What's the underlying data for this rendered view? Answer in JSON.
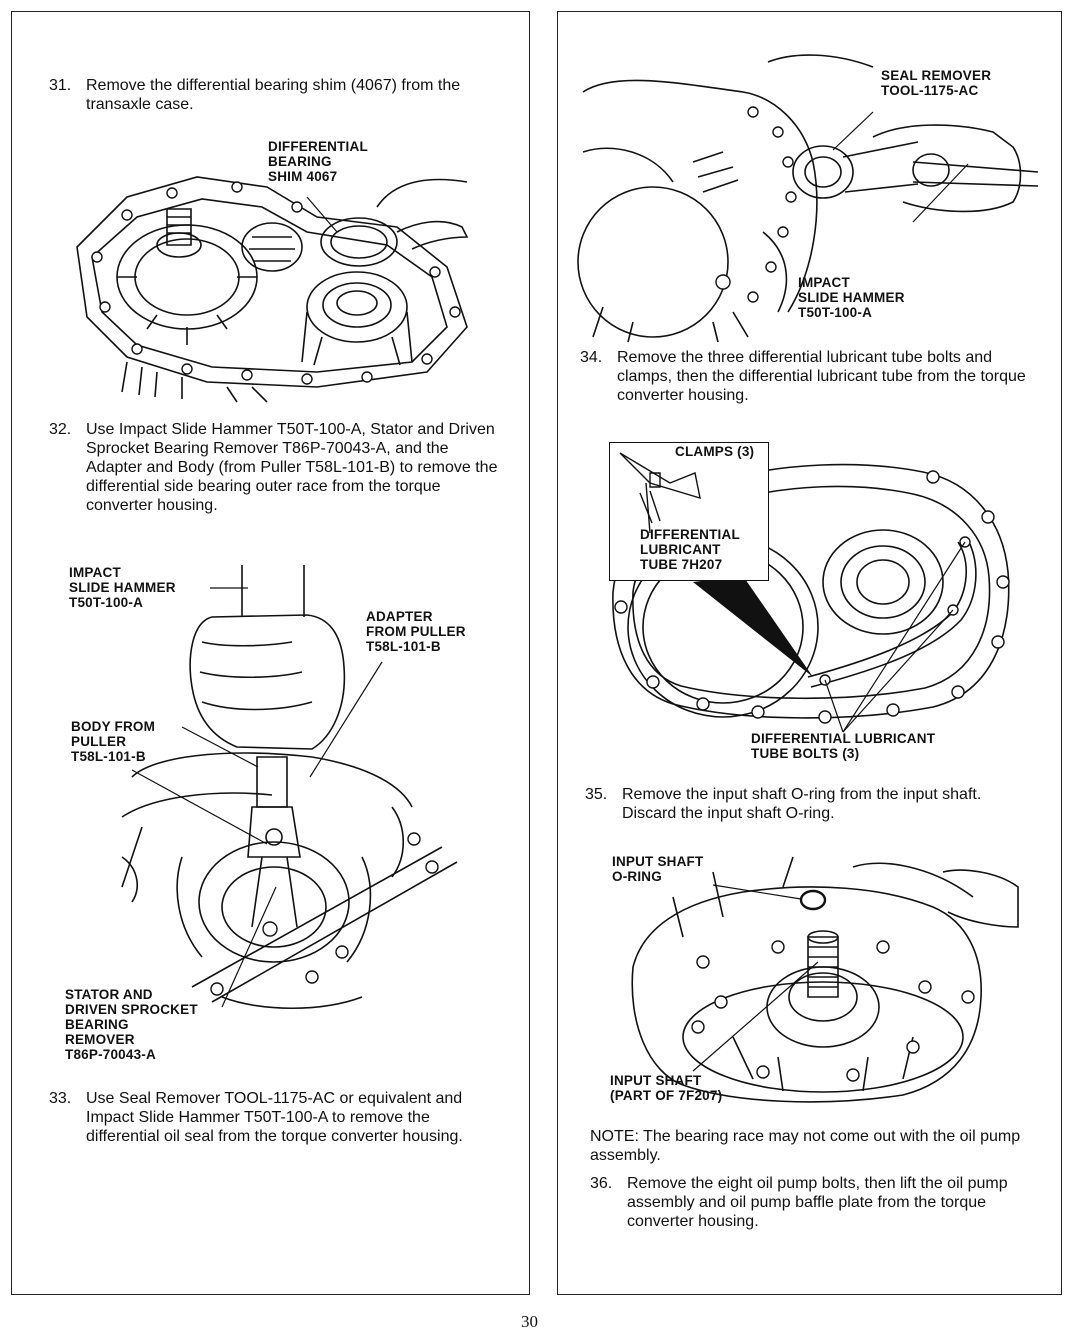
{
  "page": {
    "number": "30"
  },
  "left": {
    "step31": {
      "num": "31.",
      "text": "Remove the differential bearing shim (4067) from the transaxle case.",
      "label_shim": "DIFFERENTIAL\nBEARING\nSHIM 4067"
    },
    "step32": {
      "num": "32.",
      "text": "Use Impact Slide Hammer T50T-100-A, Stator and Driven Sprocket Bearing Remover T86P-70043-A, and the Adapter and Body (from Puller T58L-101-B) to remove the differential side bearing outer race from the torque converter housing.",
      "label_hammer": "IMPACT\nSLIDE HAMMER\nT50T-100-A",
      "label_adapter": "ADAPTER\nFROM PULLER\nT58L-101-B",
      "label_body": "BODY FROM\nPULLER\nT58L-101-B",
      "label_stator": "STATOR AND\nDRIVEN SPROCKET\nBEARING\nREMOVER\nT86P-70043-A"
    },
    "step33": {
      "num": "33.",
      "text": "Use Seal Remover TOOL-1175-AC or equivalent and Impact Slide Hammer T50T-100-A to remove the differential oil seal from the torque converter housing."
    }
  },
  "right": {
    "fig33": {
      "label_seal": "SEAL REMOVER\nTOOL-1175-AC",
      "label_hammer": "IMPACT\nSLIDE HAMMER\nT50T-100-A"
    },
    "step34": {
      "num": "34.",
      "text": "Remove the three differential lubricant tube bolts and clamps, then the differential lubricant tube from the torque converter housing.",
      "label_clamps": "CLAMPS (3)",
      "label_tube": "DIFFERENTIAL\nLUBRICANT\nTUBE 7H207",
      "label_bolts": "DIFFERENTIAL LUBRICANT\nTUBE BOLTS (3)"
    },
    "step35": {
      "num": "35.",
      "text": "Remove the input shaft O-ring from the input shaft. Discard the input shaft O-ring.",
      "label_oring": "INPUT SHAFT\nO-RING",
      "label_shaft": "INPUT SHAFT\n(PART OF 7F207)"
    },
    "note": "NOTE: The bearing race may not come out with the oil pump assembly.",
    "step36": {
      "num": "36.",
      "text": "Remove the eight oil pump bolts, then lift the oil pump assembly and oil pump baffle plate from the torque converter housing."
    }
  }
}
